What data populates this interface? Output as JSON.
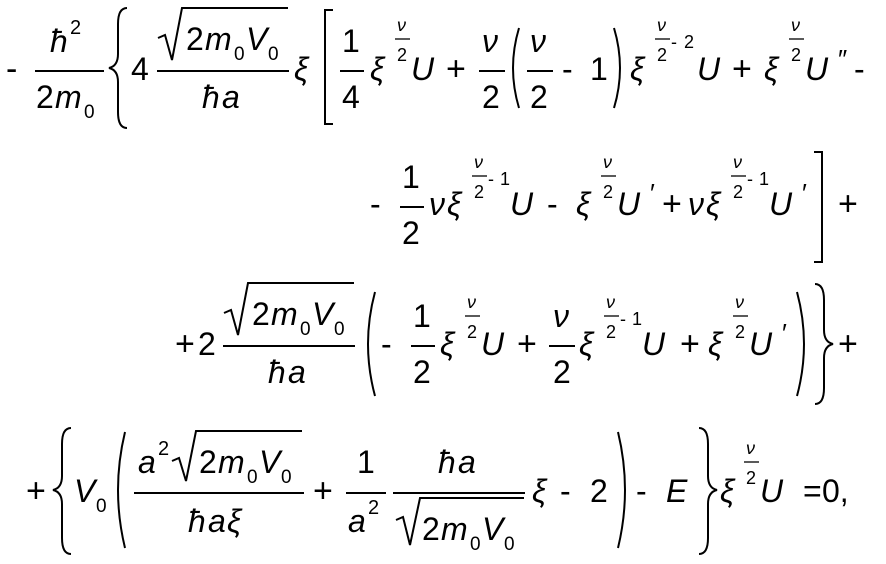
{
  "equation": {
    "sym": {
      "minus": "-",
      "plus": "+",
      "equals": "=",
      "zero_comma": "0,",
      "hbar": "ħ",
      "two": "2",
      "one": "1",
      "four": "4",
      "m": "m",
      "V": "V",
      "a": "a",
      "xi": "ξ",
      "U": "U",
      "nu": "ν",
      "E": "E",
      "sub0": "0",
      "prime": "′",
      "dprime": "″"
    }
  }
}
